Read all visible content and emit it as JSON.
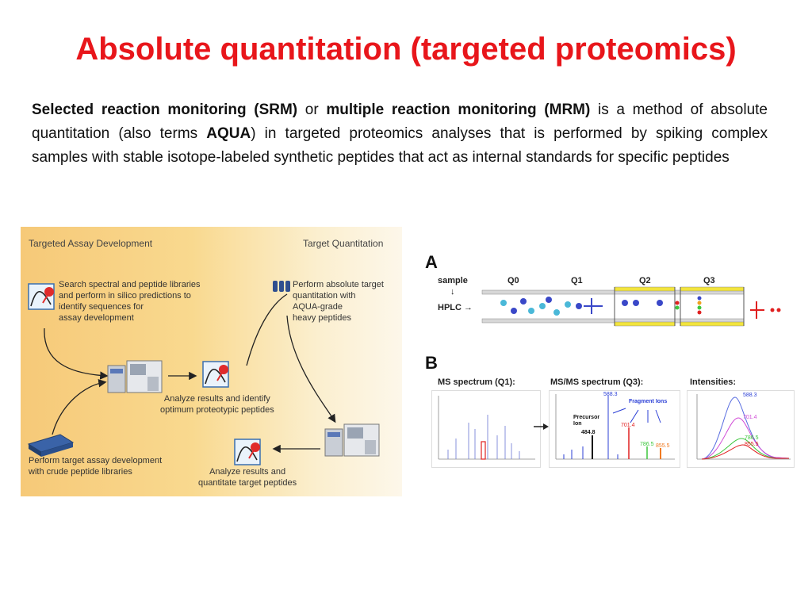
{
  "slide": {
    "title": "Absolute quantitation (targeted proteomics)",
    "body": {
      "srm": "Selected reaction monitoring (SRM)",
      "or": " or ",
      "mrm": "multiple reaction monitoring (MRM)",
      "part1": " is a method of absolute quantitation (also terms ",
      "aqua": "AQUA",
      "part2": ") in targeted proteomics analyses that is performed by spiking complex samples with stable isotope-labeled synthetic peptides that act as internal standards for specific peptides"
    }
  },
  "workflow": {
    "header_left": "Targeted Assay Development",
    "header_right": "Target Quantitation",
    "step_search": [
      "Search spectral and peptide libraries",
      "and perform in silico predictions to",
      "identify sequences for",
      "assay development"
    ],
    "step_absolute": [
      "Perform absolute target",
      "quantitation with",
      "AQUA-grade",
      "heavy peptides"
    ],
    "step_analyze": [
      "Analyze results and identify",
      "optimum proteotypic peptides"
    ],
    "step_crude": [
      "Perform target assay development",
      "with crude peptide libraries"
    ],
    "step_quantitate": [
      "Analyze results and",
      "quantitate target peptides"
    ]
  },
  "figure": {
    "label_a": "A",
    "label_b": "B",
    "sample": "sample",
    "arrow_down": "↓",
    "hplc": "HPLC →",
    "quadrupoles": [
      "Q0",
      "Q1",
      "Q2",
      "Q3"
    ],
    "spectra": {
      "ms": "MS spectrum (Q1):",
      "msms": "MS/MS  spectrum (Q3):",
      "intensities": "Intensities:"
    },
    "annotations": {
      "fragment_ions": "Fragment Ions",
      "precursor": "Precursor",
      "ion": "Ion",
      "precursor_mz": "484.8",
      "mz_588": "588.3",
      "mz_701": "701.4",
      "mz_786": "786.5",
      "mz_855": "855.5"
    },
    "colors": {
      "blue": "#2b3fd6",
      "red": "#e0202a",
      "green": "#3cc63c",
      "orange": "#f07a22",
      "magenta": "#d04ad6"
    }
  }
}
